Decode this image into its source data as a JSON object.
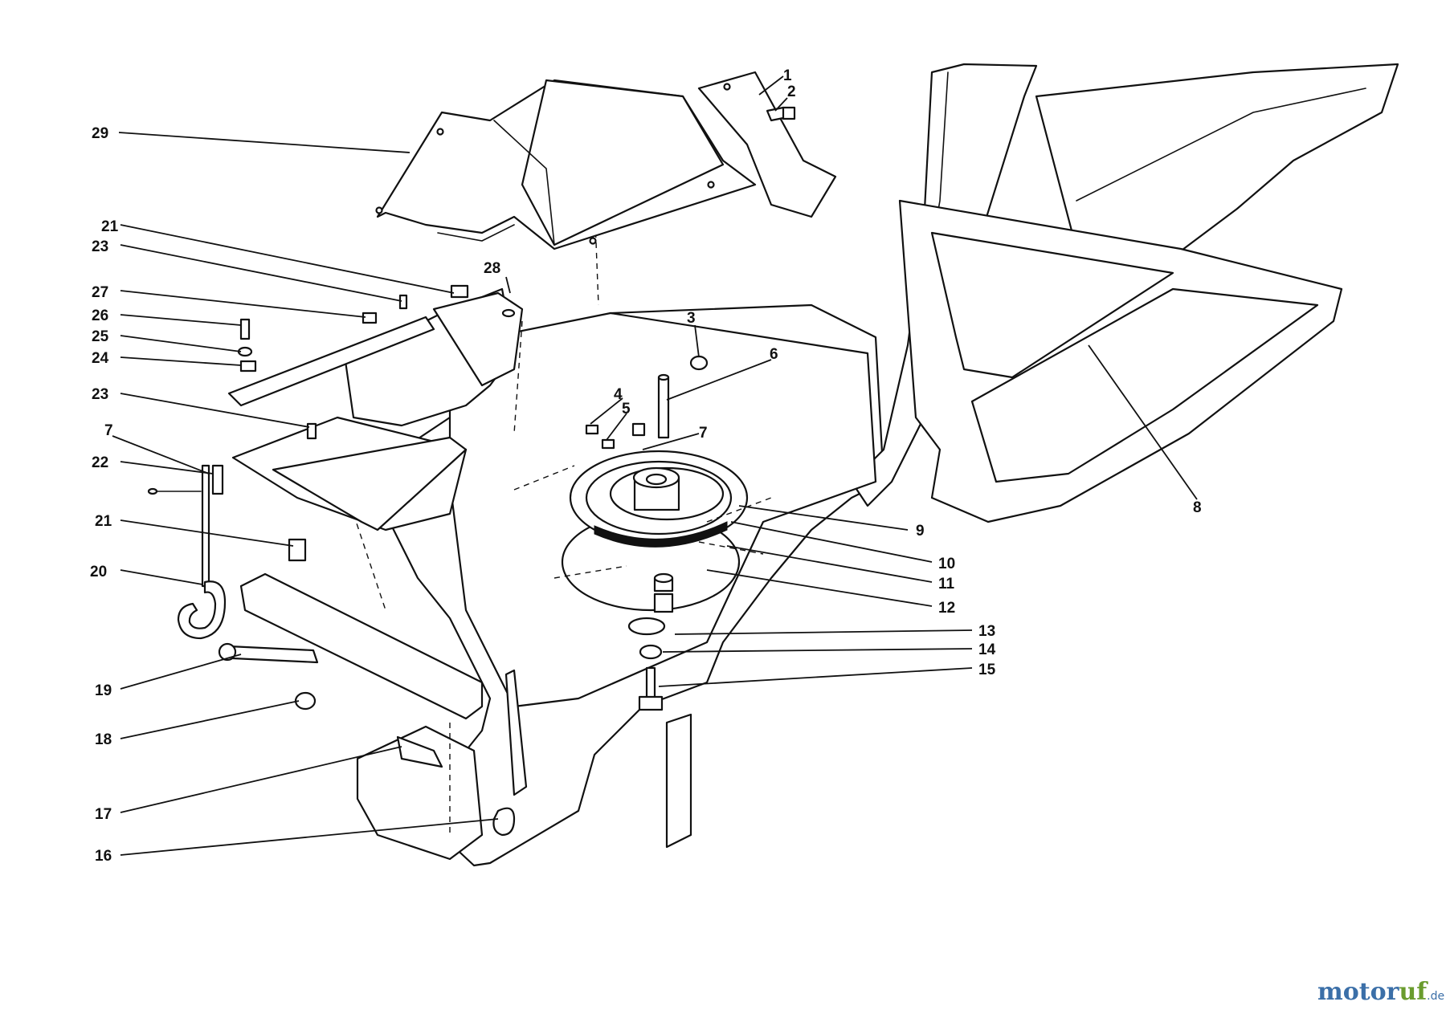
{
  "diagram": {
    "callouts": [
      {
        "id": "1",
        "label": "1"
      },
      {
        "id": "2",
        "label": "2"
      },
      {
        "id": "3",
        "label": "3"
      },
      {
        "id": "4",
        "label": "4"
      },
      {
        "id": "5",
        "label": "5"
      },
      {
        "id": "6",
        "label": "6"
      },
      {
        "id": "7a",
        "label": "7"
      },
      {
        "id": "7b",
        "label": "7"
      },
      {
        "id": "8",
        "label": "8"
      },
      {
        "id": "9",
        "label": "9"
      },
      {
        "id": "10",
        "label": "10"
      },
      {
        "id": "11",
        "label": "11"
      },
      {
        "id": "12",
        "label": "12"
      },
      {
        "id": "13",
        "label": "13"
      },
      {
        "id": "14",
        "label": "14"
      },
      {
        "id": "15",
        "label": "15"
      },
      {
        "id": "16",
        "label": "16"
      },
      {
        "id": "17",
        "label": "17"
      },
      {
        "id": "18",
        "label": "18"
      },
      {
        "id": "19",
        "label": "19"
      },
      {
        "id": "20",
        "label": "20"
      },
      {
        "id": "21a",
        "label": "21"
      },
      {
        "id": "21b",
        "label": "21"
      },
      {
        "id": "22",
        "label": "22"
      },
      {
        "id": "23a",
        "label": "23"
      },
      {
        "id": "23b",
        "label": "23"
      },
      {
        "id": "24",
        "label": "24"
      },
      {
        "id": "25",
        "label": "25"
      },
      {
        "id": "26",
        "label": "26"
      },
      {
        "id": "27",
        "label": "27"
      },
      {
        "id": "28",
        "label": "28"
      },
      {
        "id": "29",
        "label": "29"
      }
    ]
  },
  "watermark": {
    "part1": "motor",
    "part2": "uf",
    "suffix": ".de"
  }
}
